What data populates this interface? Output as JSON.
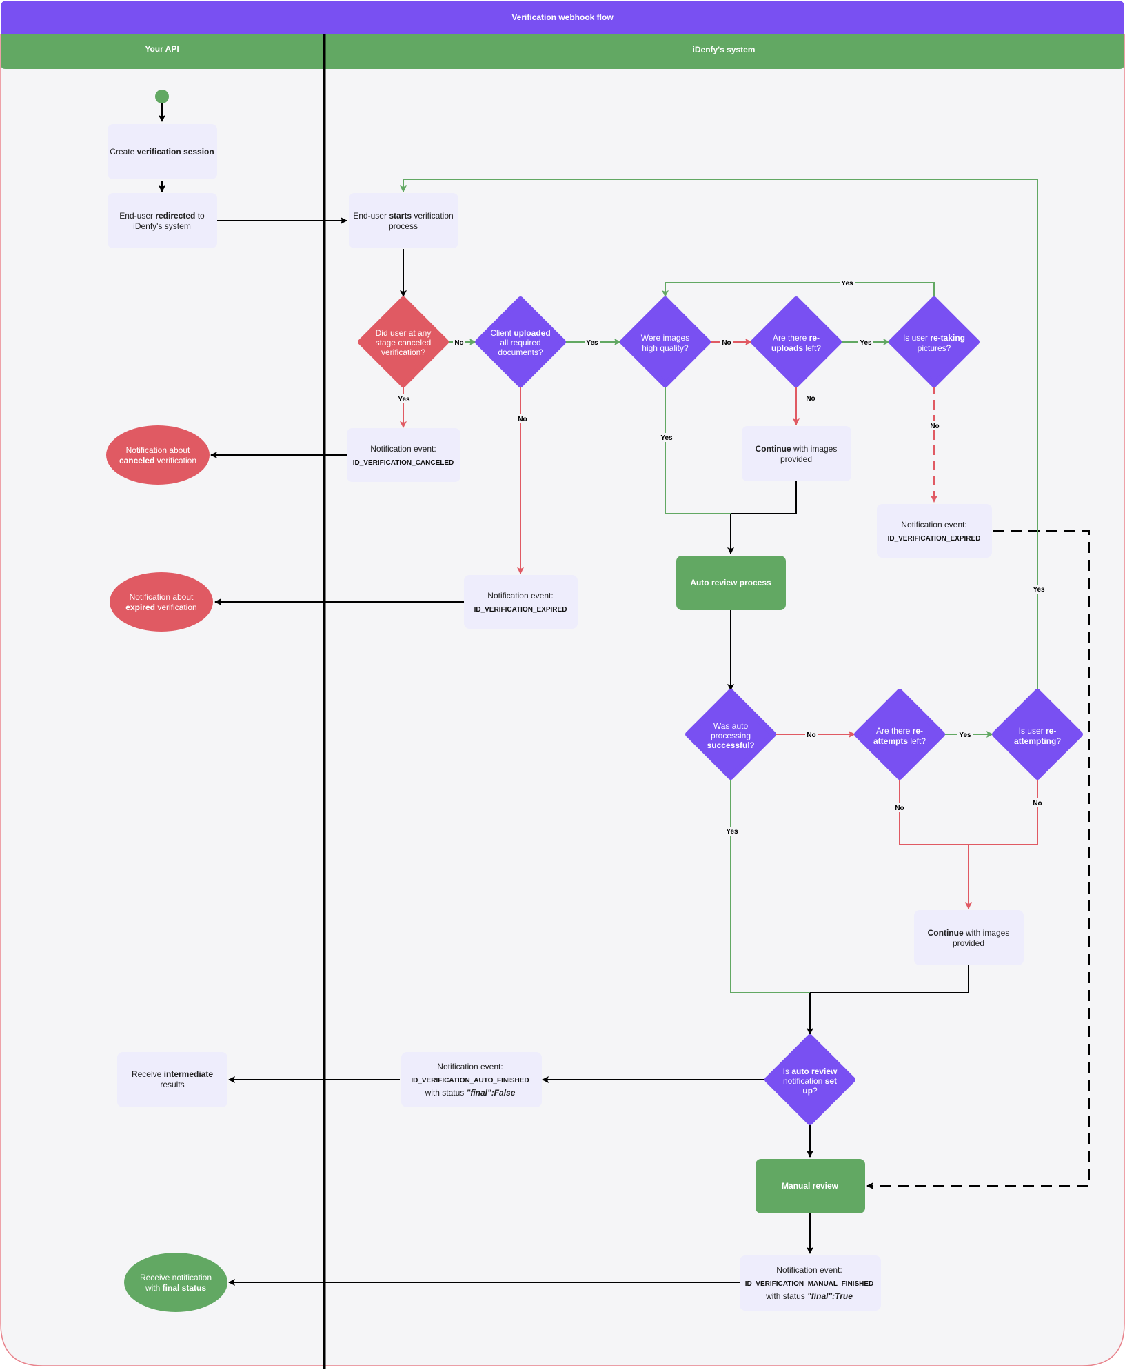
{
  "title": "Verification webhook flow",
  "lanes": {
    "api": "Your API",
    "system": "iDenfy's system"
  },
  "colors": {
    "purple": "#7950f2",
    "green": "#62a863",
    "red": "#e05a63",
    "box": "#eeedfc",
    "pool": "#f5f5f7",
    "poolBorder": "#e8828b"
  },
  "api": {
    "create": [
      "Create ",
      "verification session",
      ""
    ],
    "redirected": [
      "End-user ",
      "redirected",
      " to",
      "iDenfy's system"
    ],
    "notif_canceled": [
      "Notification about",
      "canceled",
      " verification"
    ],
    "notif_expired": [
      "Notification about",
      "expired",
      " verification"
    ],
    "intermediate": [
      "Receive ",
      "intermediate",
      "results"
    ],
    "final": [
      "Receive notification",
      "with ",
      "final status"
    ]
  },
  "system": {
    "starts": [
      "End-user ",
      "starts",
      " verification",
      "process"
    ],
    "d_canceled": [
      "Did user at any",
      "stage canceled",
      "verification?"
    ],
    "d_uploaded": [
      "Client ",
      "uploaded",
      "all required",
      "documents?"
    ],
    "d_quality": [
      "Were images",
      "high quality?"
    ],
    "d_reuploads": [
      "Are there ",
      "re-",
      "uploads",
      " left?"
    ],
    "d_retaking": [
      "Is user ",
      "re-taking",
      "pictures?"
    ],
    "ev_canceled": [
      "Notification event:",
      "ID_VERIFICATION_CANCELED"
    ],
    "ev_expired_1": [
      "Notification event:",
      "ID_VERIFICATION_EXPIRED"
    ],
    "ev_expired_2": [
      "Notification event:",
      "ID_VERIFICATION_EXPIRED"
    ],
    "continue_1": [
      "Continue",
      " with images",
      "provided"
    ],
    "continue_2": [
      "Continue",
      " with images",
      "provided"
    ],
    "auto_review": "Auto review process",
    "d_auto_success": [
      "Was auto",
      "processing",
      "successful",
      "?"
    ],
    "d_reattempts": [
      "Are there ",
      "re-",
      "attempts",
      " left?"
    ],
    "d_reattempting": [
      "Is user ",
      "re-",
      "attempting",
      "?"
    ],
    "d_notif_setup": [
      "Is ",
      "auto review",
      "notification ",
      "set",
      "up",
      "?"
    ],
    "ev_auto_finished": [
      "Notification event:",
      "ID_VERIFICATION_AUTO_FINISHED",
      "with status ",
      "\"final\":False"
    ],
    "manual_review": "Manual review",
    "ev_manual_finished": [
      "Notification event:",
      "ID_VERIFICATION_MANUAL_FINISHED",
      "with status ",
      "\"final\":True"
    ]
  },
  "edge_labels": {
    "yes": "Yes",
    "no": "No"
  }
}
